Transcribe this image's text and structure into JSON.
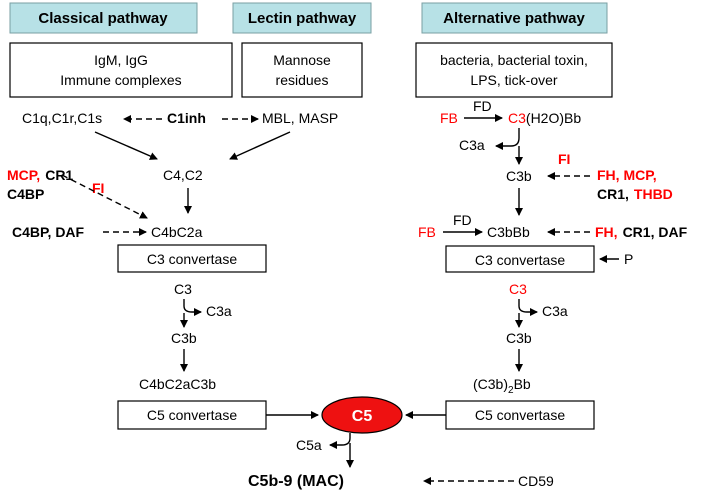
{
  "headers": {
    "classical": "Classical pathway",
    "lectin": "Lectin pathway",
    "alternative": "Alternative pathway"
  },
  "activators": {
    "classical_line1": "IgM, IgG",
    "classical_line2": "Immune complexes",
    "lectin_line1": "Mannose",
    "lectin_line2": "residues",
    "alternative_line1": "bacteria, bacterial toxin,",
    "alternative_line2": "LPS, tick-over"
  },
  "classical": {
    "c1": "C1q,C1r,C1s",
    "c1inh": "C1inh",
    "mbl": "MBL, MASP",
    "c4c2": "C4,C2",
    "fi": "FI",
    "mcp": "MCP,",
    "cr1": "CR1",
    "c4bp_top": "C4BP",
    "c4bp_daf": "C4BP, DAF",
    "c4bc2a": "C4bC2a",
    "c3_convertase": "C3 convertase",
    "c3": "C3",
    "c3a": "C3a",
    "c3b": "C3b",
    "c4bc2ac3b": "C4bC2aC3b",
    "c5_convertase": "C5 convertase"
  },
  "alternative": {
    "fb_top": "FB",
    "fd_top": "FD",
    "c3_red": "C3",
    "h2obb": "(H2O)Bb",
    "c3a_top": "C3a",
    "fi": "FI",
    "c3b_top": "C3b",
    "fh_mcp": "FH, MCP,",
    "cr1": "CR1,",
    "thbd": "THBD",
    "fb_mid": "FB",
    "fd_mid": "FD",
    "c3bbb": "C3bBb",
    "fh": "FH,",
    "cr1_daf": "CR1, DAF",
    "c3_convertase": "C3 convertase",
    "p": "P",
    "c3": "C3",
    "c3a": "C3a",
    "c3b": "C3b",
    "c3b2_main": "(C3b)",
    "c3b2_sub": "2",
    "c3b2_tail": "Bb",
    "c5_convertase": "C5 convertase"
  },
  "terminal": {
    "c5": "C5",
    "c5a": "C5a",
    "mac": "C5b-9 (MAC)",
    "cd59": "CD59"
  },
  "colors": {
    "header_fill": "#b7e1e6",
    "red": "#ff0000",
    "black": "#000000"
  }
}
